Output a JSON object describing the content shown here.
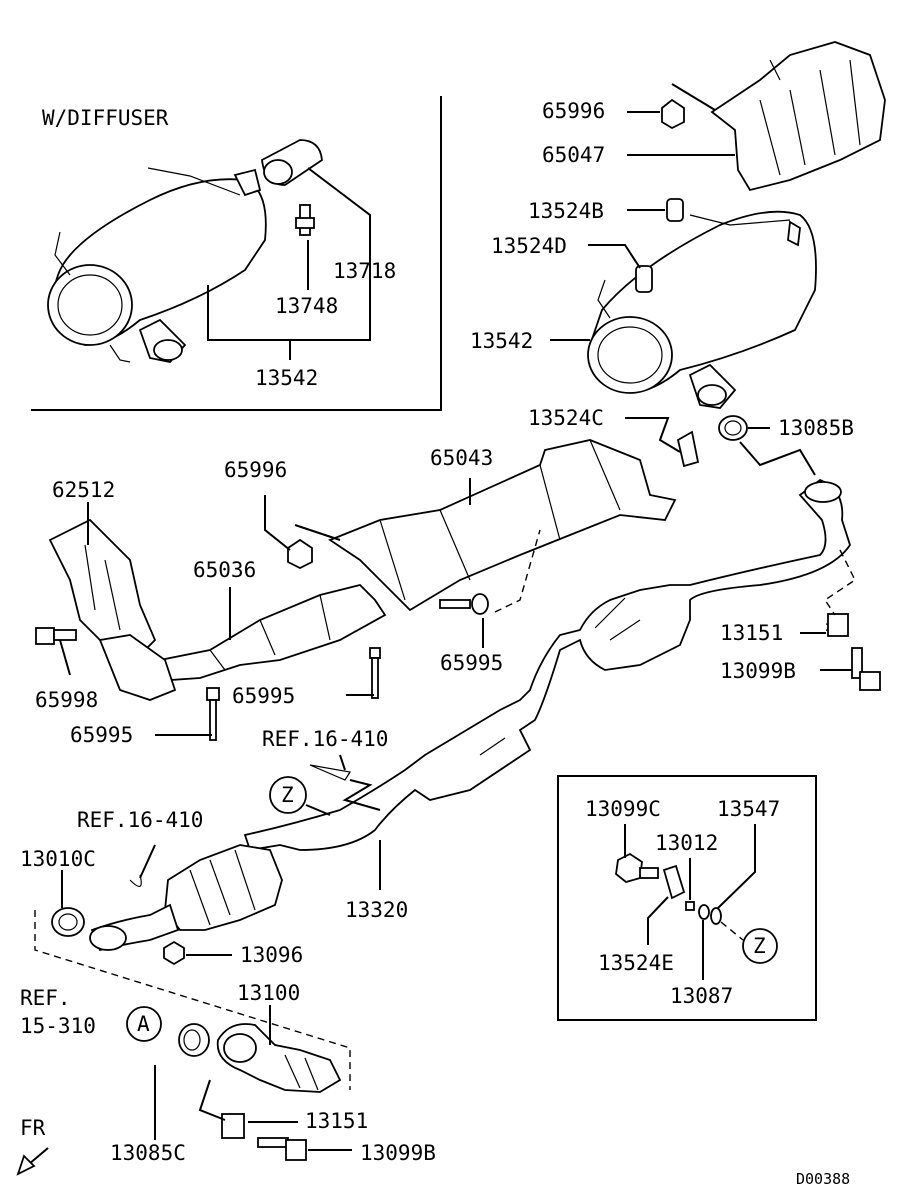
{
  "inset_title": "W/DIFFUSER",
  "drawing_code": "D00388",
  "direction_label": "FR",
  "callouts": {
    "c_65996_top": "65996",
    "c_65047": "65047",
    "c_13524B": "13524B",
    "c_13524D": "13524D",
    "c_13542_main": "13542",
    "c_13718": "13718",
    "c_13748": "13748",
    "c_13542_inset": "13542",
    "c_13524C": "13524C",
    "c_13085B": "13085B",
    "c_65043": "65043",
    "c_62512": "62512",
    "c_65996_mid": "65996",
    "c_65036": "65036",
    "c_65995_right": "65995",
    "c_65995_mid": "65995",
    "c_65995_left": "65995",
    "c_65998": "65998",
    "c_13151_right": "13151",
    "c_13099B_right": "13099B",
    "c_ref_16410_mid": "REF.16-410",
    "c_ref_16410_left": "REF.16-410",
    "c_13010C": "13010C",
    "c_13320": "13320",
    "c_13096": "13096",
    "c_ref_15310_a": "REF.",
    "c_ref_15310_b": "15-310",
    "c_13100": "13100",
    "c_13151_bottom": "13151",
    "c_13085C": "13085C",
    "c_13099B_bottom": "13099B",
    "c_13099C": "13099C",
    "c_13547": "13547",
    "c_13012": "13012",
    "c_13524E": "13524E",
    "c_13087": "13087"
  },
  "markers": {
    "z_main": "Z",
    "z_detail": "Z",
    "a_main": "A"
  }
}
